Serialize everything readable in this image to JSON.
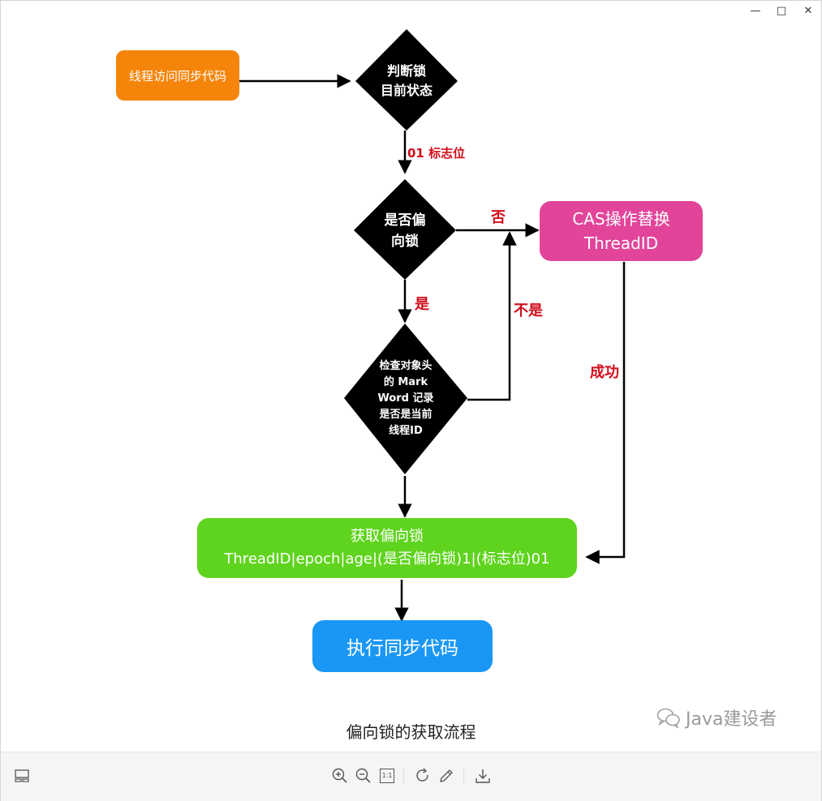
{
  "window": {
    "minimize_glyph": "—",
    "maximize_glyph": "□",
    "close_glyph": "✕"
  },
  "flowchart": {
    "start": "线程访问同步代码",
    "check_lock_state": [
      "判断锁",
      "目前状态"
    ],
    "edge_flag": "01 标志位",
    "is_biased": [
      "是否偏",
      "向锁"
    ],
    "edge_no": "否",
    "cas_replace": [
      "CAS操作替换",
      "ThreadID"
    ],
    "edge_yes": "是",
    "edge_not": "不是",
    "check_mark_word": [
      "检查对象头",
      "的 Mark",
      "Word 记录",
      "是否是当前",
      "线程ID"
    ],
    "edge_success": "成功",
    "acquire": [
      "获取偏向锁",
      "ThreadID|epoch|age|(是否偏向锁)1|(标志位)01"
    ],
    "execute": "执行同步代码"
  },
  "caption": "偏向锁的获取流程",
  "watermark": "Java建设者",
  "colors": {
    "start": "#f5850a",
    "diamond": "#000000",
    "cas": "#e2449a",
    "acquire": "#5fd41e",
    "execute": "#1a97f5",
    "edge_label": "#d10c1b",
    "arrow": "#000000"
  },
  "toolbar": {
    "icons": [
      "sidebar-toggle-icon",
      "zoom-in-icon",
      "zoom-out-icon",
      "actual-size-icon",
      "rotate-icon",
      "edit-pencil-icon",
      "download-icon"
    ],
    "actual_size_label": "1:1"
  }
}
